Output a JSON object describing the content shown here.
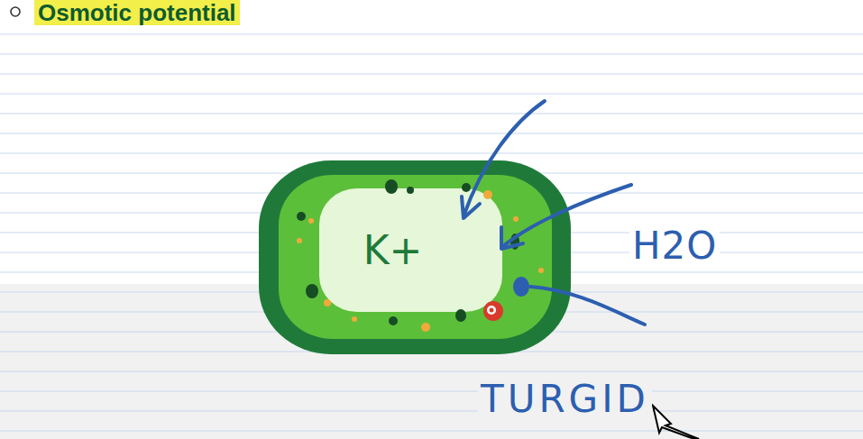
{
  "diagram": {
    "title": "Osmotic potential",
    "nodes": [
      {
        "text": [
          "K+"
        ]
      }
    ],
    "labels": [
      "H2O",
      "TURGID"
    ]
  }
}
